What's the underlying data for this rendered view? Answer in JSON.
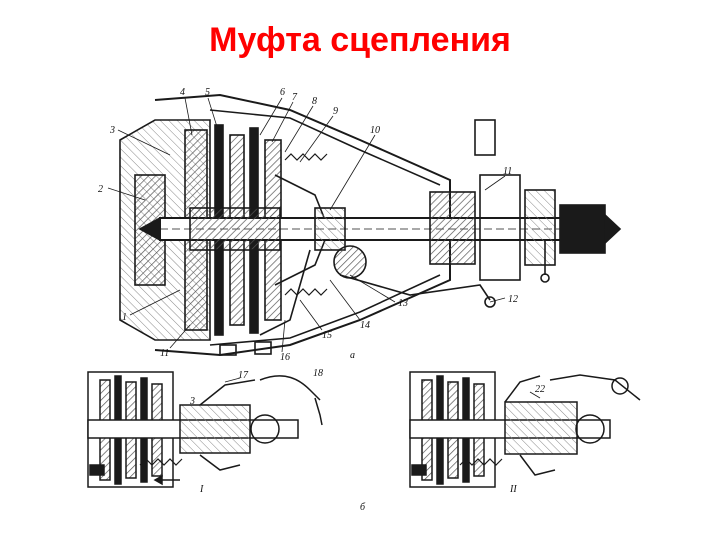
{
  "slide": {
    "title": "Муфта сцепления",
    "title_color": "#ff0000"
  },
  "diagram": {
    "callouts": [
      "1",
      "2",
      "3",
      "4",
      "5",
      "6",
      "7",
      "8",
      "9",
      "10",
      "11",
      "12",
      "13",
      "14",
      "15",
      "16",
      "17",
      "18",
      "22"
    ],
    "callout_11_bottom": "11",
    "sublabel_a": "а",
    "sublabel_b": "б",
    "variant_1": "I",
    "variant_2": "II",
    "line_color": "#1a1a1a",
    "hatch_color": "#555555"
  }
}
